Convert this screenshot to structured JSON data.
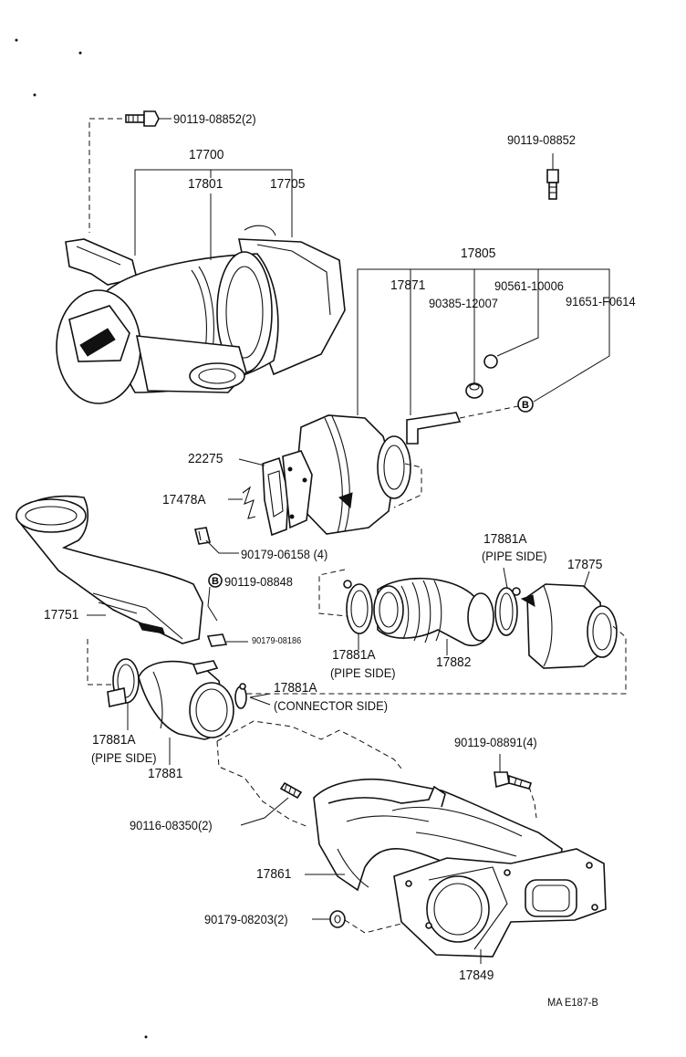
{
  "diagram": {
    "footer_code": "MA  E187-B",
    "labels": {
      "bolt_top_left": "90119-08852(2)",
      "bolt_top_right": "90119-08852",
      "p17700": "17700",
      "p17801": "17801",
      "p17705": "17705",
      "p17805": "17805",
      "p17871": "17871",
      "p90561": "90561-10006",
      "p90385": "90385-12007",
      "p91651": "91651-F0614",
      "p22275": "22275",
      "p17478a": "17478A",
      "p90179_06158": "90179-06158 (4)",
      "p17881a_pipe_upper": "17881A",
      "p17881a_pipe_upper_note": "(PIPE SIDE)",
      "p17875": "17875",
      "p90119_08848": "90119-08848",
      "p17751": "17751",
      "p90179_08186": "90179-08186",
      "p17881a_pipe_mid": "17881A",
      "p17881a_pipe_mid_note": "(PIPE SIDE)",
      "p17882": "17882",
      "p17881a_conn": "17881A",
      "p17881a_conn_note": "(CONNECTOR SIDE)",
      "p17881a_pipe_low": "17881A",
      "p17881a_pipe_low_note": "(PIPE SIDE)",
      "p17881": "17881",
      "p90119_08891": "90119-08891(4)",
      "p90116": "90116-08350(2)",
      "p17861": "17861",
      "p90179_08203": "90179-08203(2)",
      "p17849": "17849",
      "marker_b": "B"
    }
  }
}
